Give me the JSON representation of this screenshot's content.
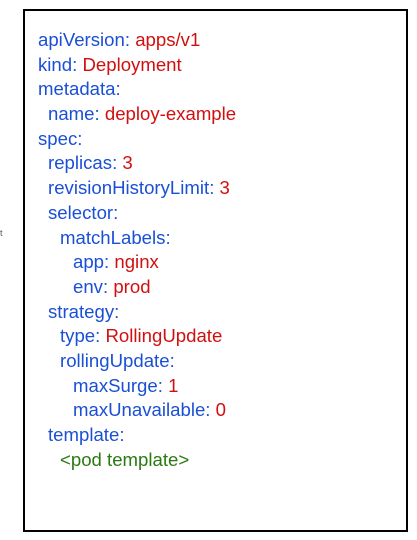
{
  "margin_mark": "t",
  "colors": {
    "key": "#1a4fd6",
    "value": "#d20f0f",
    "placeholder": "#2a7a12",
    "border": "#000000"
  },
  "yaml": {
    "apiVersion": {
      "key": "apiVersion",
      "value": "apps/v1"
    },
    "kind": {
      "key": "kind",
      "value": "Deployment"
    },
    "metadata": {
      "key": "metadata",
      "name": {
        "key": "name",
        "value": "deploy-example"
      }
    },
    "spec": {
      "key": "spec",
      "replicas": {
        "key": "replicas",
        "value": "3"
      },
      "revisionHistoryLimit": {
        "key": "revisionHistoryLimit",
        "value": "3"
      },
      "selector": {
        "key": "selector",
        "matchLabels": {
          "key": "matchLabels",
          "app": {
            "key": "app",
            "value": "nginx"
          },
          "env": {
            "key": "env",
            "value": "prod"
          }
        }
      },
      "strategy": {
        "key": "strategy",
        "type": {
          "key": "type",
          "value": "RollingUpdate"
        },
        "rollingUpdate": {
          "key": "rollingUpdate",
          "maxSurge": {
            "key": "maxSurge",
            "value": "1"
          },
          "maxUnavailable": {
            "key": "maxUnavailable",
            "value": "0"
          }
        }
      },
      "template": {
        "key": "template",
        "placeholder": "<pod template>"
      }
    }
  }
}
